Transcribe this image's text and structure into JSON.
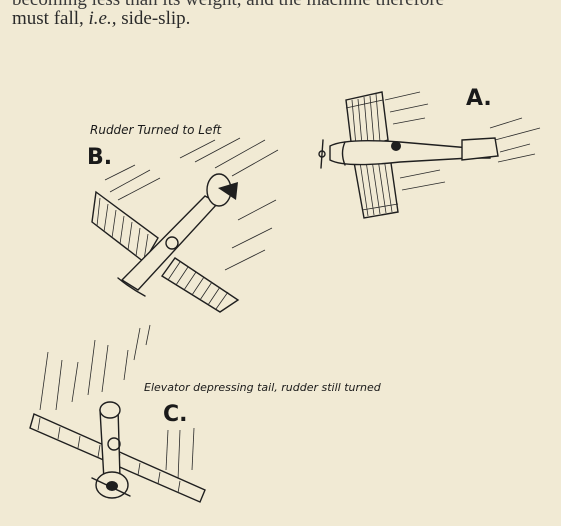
{
  "text": {
    "line_top": "becoming less than its weight, and the machine therefore",
    "line_main_start": "must fall, ",
    "line_main_italic": "i.e.,",
    "line_main_end": " side-slip."
  },
  "figure": {
    "label_a": "A.",
    "label_b": "B.",
    "label_c": "C.",
    "caption_b": "Rudder Turned to Left",
    "caption_c": "Elevator depressing tail, rudder still turned"
  }
}
